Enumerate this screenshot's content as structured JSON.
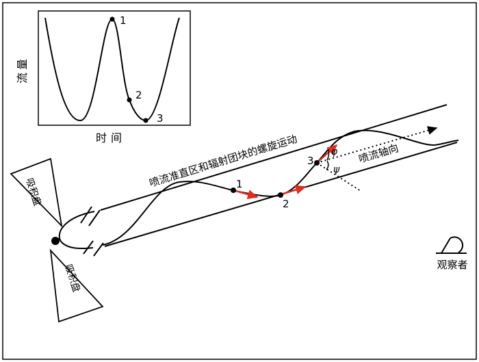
{
  "inset": {
    "y_label": "流量",
    "x_label": "时间",
    "points": [
      {
        "label": "1"
      },
      {
        "label": "2"
      },
      {
        "label": "3"
      }
    ]
  },
  "jet": {
    "top_label": "喷流准直区和辐射团块的螺旋运动",
    "axis_label": "喷流轴向",
    "points": [
      {
        "label": "1"
      },
      {
        "label": "2"
      },
      {
        "label": "3"
      }
    ],
    "phi": "φ",
    "psi": "ψ"
  },
  "disk": {
    "upper_label": "吸积盘",
    "lower_label": "吸积盘"
  },
  "observer_label": "观察者",
  "colors": {
    "stroke": "#000000",
    "arrow": "#d93020",
    "background": "#ffffff"
  }
}
